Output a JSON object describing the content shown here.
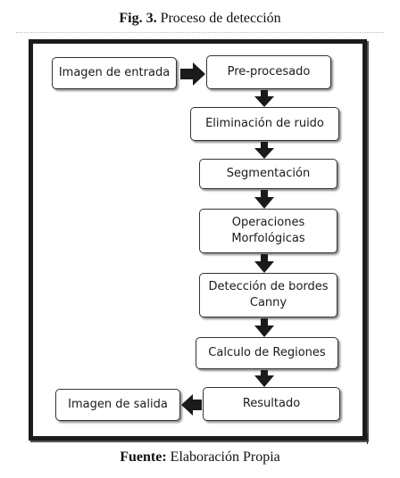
{
  "caption": {
    "label": "Fig. 3.",
    "title": "Proceso de detección"
  },
  "source": {
    "label": "Fuente:",
    "text": "Elaboración Propia"
  },
  "nodes": {
    "input": "Imagen de entrada",
    "preprocess": "Pre-procesado",
    "noise": "Eliminación de ruido",
    "segmentation": "Segmentación",
    "morph_line1": "Operaciones",
    "morph_line2": "Morfológicas",
    "edges_line1": "Detección de bordes",
    "edges_line2": "Canny",
    "regions": "Calculo de Regiones",
    "result": "Resultado",
    "output": "Imagen de salida"
  }
}
